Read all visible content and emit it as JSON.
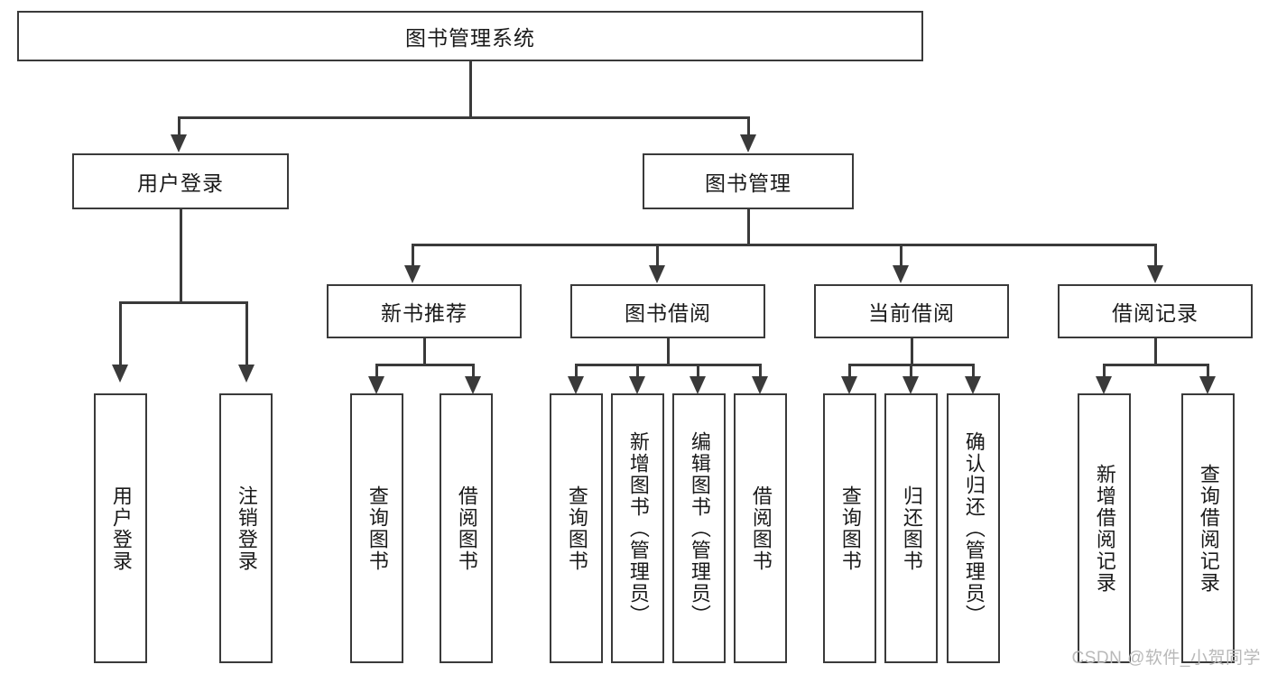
{
  "diagram": {
    "title": "图书管理系统",
    "type": "hierarchy-tree",
    "levels": 4,
    "root": {
      "id": "root",
      "label": "图书管理系统"
    },
    "level2": [
      {
        "id": "user-login",
        "label": "用户登录"
      },
      {
        "id": "book-manage",
        "label": "图书管理"
      }
    ],
    "level3": [
      {
        "id": "new-book-recommend",
        "label": "新书推荐"
      },
      {
        "id": "book-borrow",
        "label": "图书借阅"
      },
      {
        "id": "current-borrow",
        "label": "当前借阅"
      },
      {
        "id": "borrow-record",
        "label": "借阅记录"
      }
    ],
    "leaves": {
      "user_login": [
        {
          "id": "leaf-user-login",
          "label": "用户登录"
        },
        {
          "id": "leaf-logout-login",
          "label": "注销登录"
        }
      ],
      "new_book_recommend": [
        {
          "id": "leaf-query-book-1",
          "label": "查询图书"
        },
        {
          "id": "leaf-borrow-book-1",
          "label": "借阅图书"
        }
      ],
      "book_borrow": [
        {
          "id": "leaf-query-book-2",
          "label": "查询图书"
        },
        {
          "id": "leaf-add-book",
          "label": "新增图书（管理员）"
        },
        {
          "id": "leaf-edit-book",
          "label": "编辑图书（管理员）"
        },
        {
          "id": "leaf-borrow-book-2",
          "label": "借阅图书"
        }
      ],
      "current_borrow": [
        {
          "id": "leaf-query-book-3",
          "label": "查询图书"
        },
        {
          "id": "leaf-return-book",
          "label": "归还图书"
        },
        {
          "id": "leaf-confirm-return",
          "label": "确认归还（管理员）"
        }
      ],
      "borrow_record": [
        {
          "id": "leaf-add-record",
          "label": "新增借阅记录"
        },
        {
          "id": "leaf-query-record",
          "label": "查询借阅记录"
        }
      ]
    }
  },
  "watermark": {
    "text": "CSDN @软件_小贺同学"
  },
  "colors": {
    "stroke": "#3a3a3a",
    "fill": "#ffffff",
    "text": "#1a1a1a",
    "watermark": "#b9b9b9"
  }
}
